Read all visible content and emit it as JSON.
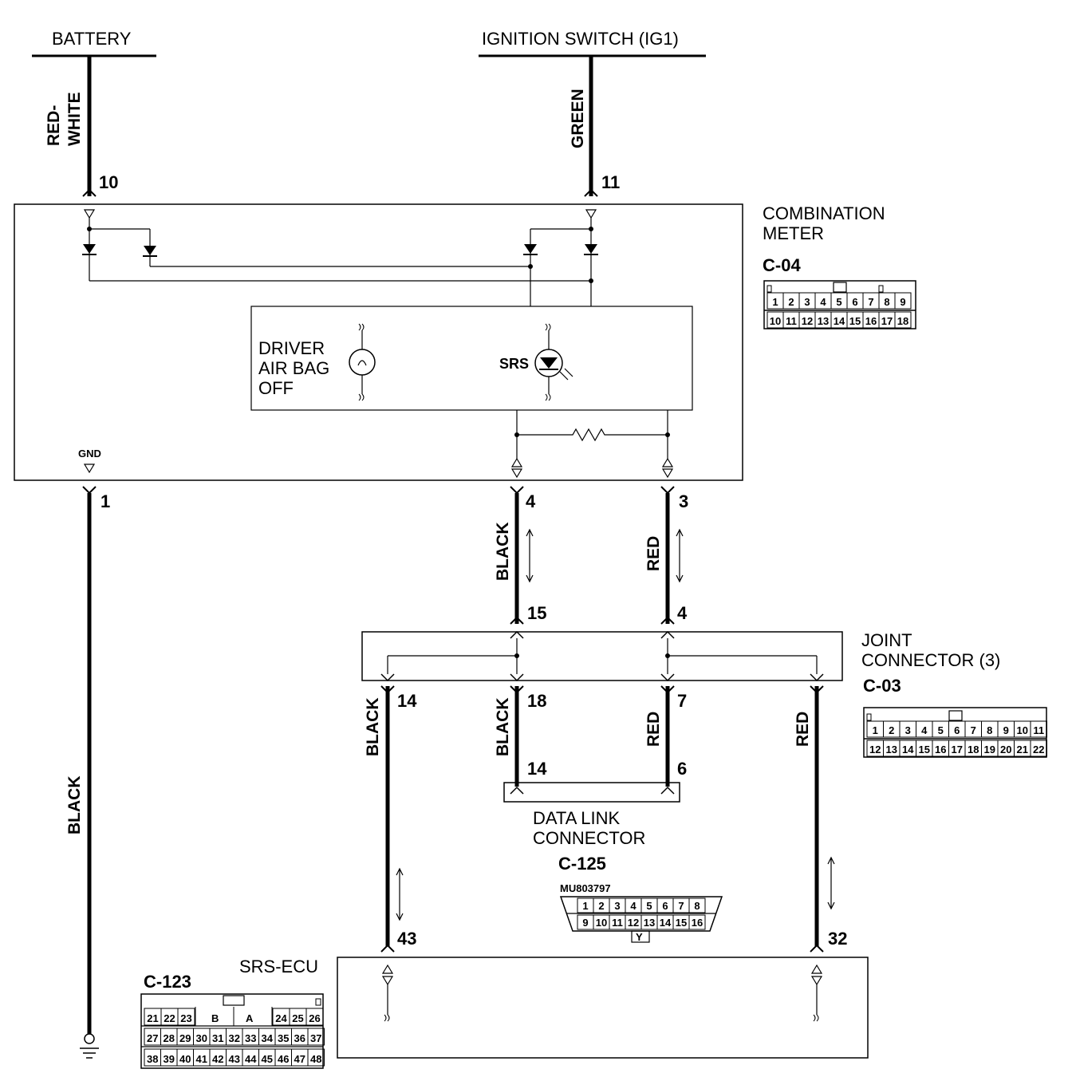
{
  "sources": {
    "battery": "BATTERY",
    "ignition": "IGNITION SWITCH (IG1)"
  },
  "wires": {
    "battery_color_line1": "RED-",
    "battery_color_line2": "WHITE",
    "ignition_color": "GREEN",
    "gnd_color": "BLACK",
    "meter_pin4_color": "BLACK",
    "meter_pin3_color": "RED",
    "joint14_color": "BLACK",
    "joint18_color": "BLACK",
    "joint7_color": "RED",
    "joint_right_color": "RED"
  },
  "pins": {
    "battery_in": "10",
    "ignition_in": "11",
    "gnd": "1",
    "meter_4": "4",
    "meter_3": "3",
    "joint_15": "15",
    "joint_4": "4",
    "joint_14": "14",
    "joint_18": "18",
    "joint_7": "7",
    "dlc_14": "14",
    "dlc_6": "6",
    "ecu_43": "43",
    "ecu_32": "32"
  },
  "combination_meter": {
    "name_line1": "COMBINATION",
    "name_line2": "METER",
    "code": "C-04",
    "gnd_label": "GND",
    "indicator_line1": "DRIVER",
    "indicator_line2": "AIR BAG",
    "indicator_line3": "OFF",
    "srs_label": "SRS",
    "connector_top": [
      "1",
      "2",
      "3",
      "4",
      "5",
      "6",
      "7",
      "8",
      "9"
    ],
    "connector_bottom": [
      "10",
      "11",
      "12",
      "13",
      "14",
      "15",
      "16",
      "17",
      "18"
    ]
  },
  "joint_connector": {
    "name_line1": "JOINT",
    "name_line2": "CONNECTOR (3)",
    "code": "C-03",
    "connector_top": [
      "1",
      "2",
      "3",
      "4",
      "5",
      "6",
      "7",
      "8",
      "9",
      "10",
      "11"
    ],
    "connector_bottom": [
      "12",
      "13",
      "14",
      "15",
      "16",
      "17",
      "18",
      "19",
      "20",
      "21",
      "22"
    ]
  },
  "data_link_connector": {
    "name_line1": "DATA LINK",
    "name_line2": "CONNECTOR",
    "code": "C-125",
    "part_number": "MU803797",
    "connector_top": [
      "1",
      "2",
      "3",
      "4",
      "5",
      "6",
      "7",
      "8"
    ],
    "connector_bottom": [
      "9",
      "10",
      "11",
      "12",
      "13",
      "14",
      "15",
      "16"
    ],
    "key_label": "Y"
  },
  "srs_ecu": {
    "name": "SRS-ECU",
    "code": "C-123",
    "row1_left": [
      "21",
      "22",
      "23"
    ],
    "row1_b": "B",
    "row1_a": "A",
    "row1_right": [
      "24",
      "25",
      "26"
    ],
    "row2": [
      "27",
      "28",
      "29",
      "30",
      "31",
      "32",
      "33",
      "34",
      "35",
      "36",
      "37"
    ],
    "row3": [
      "38",
      "39",
      "40",
      "41",
      "42",
      "43",
      "44",
      "45",
      "46",
      "47",
      "48"
    ]
  }
}
